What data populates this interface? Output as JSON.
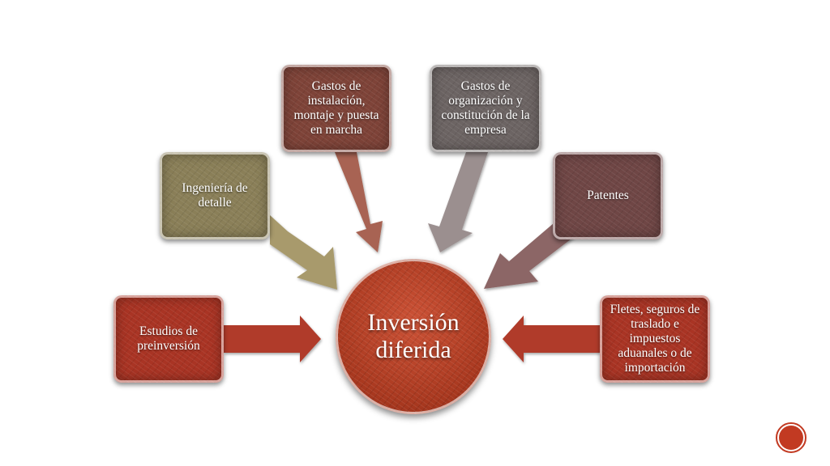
{
  "center": {
    "label": "Inversión diferida",
    "color": "#b8402a"
  },
  "nodes": [
    {
      "id": "estudios",
      "label": "Estudios de preinversión",
      "color": "#a93424"
    },
    {
      "id": "ingenieria",
      "label": "Ingeniería de detalle",
      "color": "#8a7f58"
    },
    {
      "id": "instalacion",
      "label": "Gastos de instalación, montaje y puesta en marcha",
      "color": "#7e4338"
    },
    {
      "id": "organizacion",
      "label": "Gastos de organización y constitución de la empresa",
      "color": "#6c6463"
    },
    {
      "id": "patentes",
      "label": "Patentes",
      "color": "#6f4645"
    },
    {
      "id": "fletes",
      "label": "Fletes, seguros de traslado e impuestos aduanales o de importación",
      "color": "#a93424"
    }
  ],
  "arrow_colors": {
    "estudios": "#b03a2a",
    "ingenieria": "#a89a6c",
    "instalacion": "#a86452",
    "organizacion": "#9b8f8f",
    "patentes": "#8c6666",
    "fletes": "#b03a2a"
  },
  "icons": {
    "corner": "circle-badge-icon"
  }
}
